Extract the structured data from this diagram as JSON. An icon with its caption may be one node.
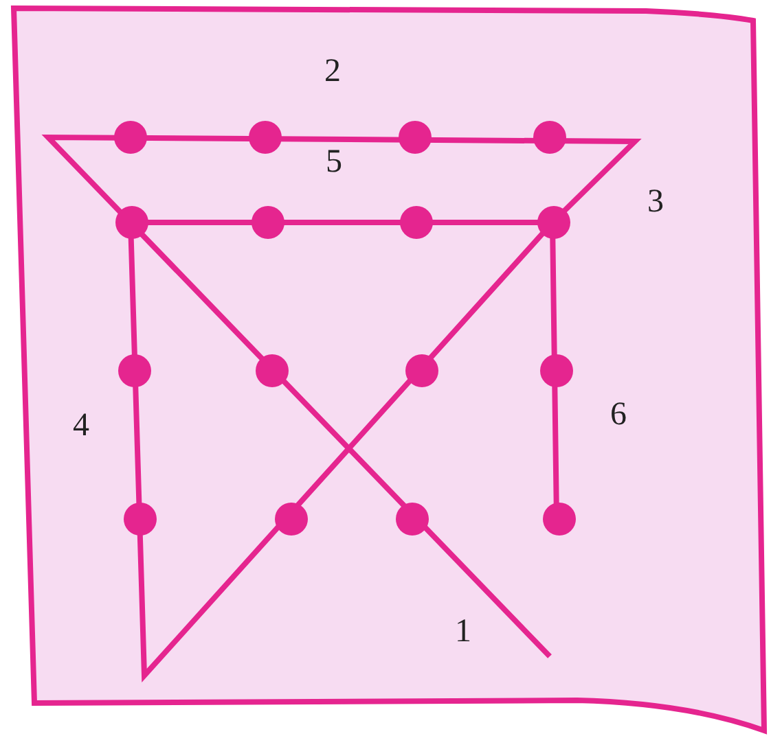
{
  "diagram": {
    "labels": [
      "2",
      "5",
      "3",
      "4",
      "6",
      "1"
    ]
  }
}
